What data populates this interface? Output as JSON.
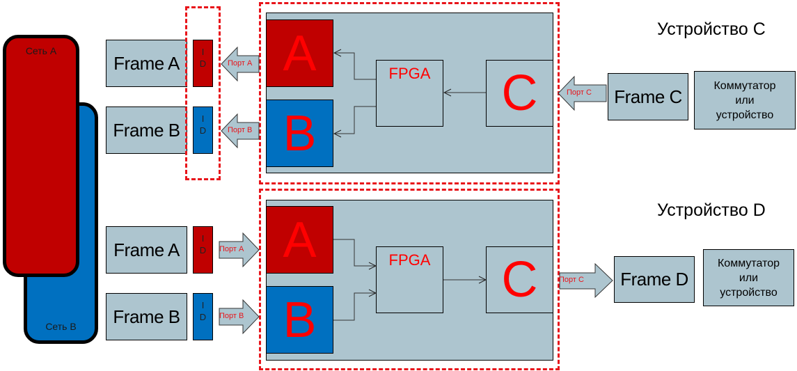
{
  "colors": {
    "net_a": "#c00000",
    "net_b": "#0070c0",
    "box_fill": "#adc5cf",
    "accent_red": "#ff0000",
    "dash_red": "#e8141a"
  },
  "networks": {
    "a": "Сеть A",
    "b": "Сеть B"
  },
  "device_c": {
    "title": "Устройство C",
    "frames": [
      "Frame A",
      "Frame B"
    ],
    "id_tags": [
      [
        "I",
        "D"
      ],
      [
        "I",
        "D"
      ]
    ],
    "ports": [
      "Порт A",
      "Порт B"
    ],
    "blocks": {
      "a": "A",
      "b": "B",
      "fpga": "FPGA",
      "c": "C"
    },
    "port_c": "Порт C",
    "external_frame": "Frame C",
    "switch": [
      "Коммутатор",
      "или",
      "устройство"
    ]
  },
  "device_d": {
    "title": "Устройство D",
    "frames": [
      "Frame A",
      "Frame B"
    ],
    "id_tags": [
      [
        "I",
        "D"
      ],
      [
        "I",
        "D"
      ]
    ],
    "ports": [
      "Порт A",
      "Порт B"
    ],
    "blocks": {
      "a": "A",
      "b": "B",
      "fpga": "FPGA",
      "c": "C"
    },
    "port_c": "Порт C",
    "external_frame": "Frame D",
    "switch": [
      "Коммутатор",
      "или",
      "устройство"
    ]
  }
}
